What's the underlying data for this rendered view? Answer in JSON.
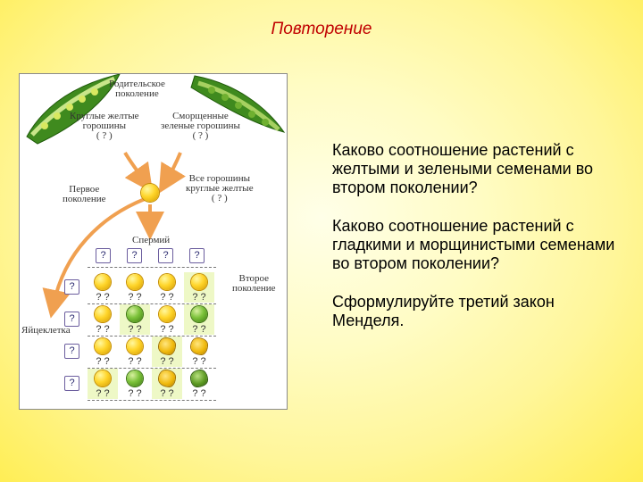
{
  "slide": {
    "title": "Повторение"
  },
  "figure": {
    "parent_generation_label": [
      "Родительское",
      "поколение"
    ],
    "parent_left_label": [
      "Круглые желтые",
      "горошины",
      "( ? )"
    ],
    "parent_right_label": [
      "Сморщенные",
      "зеленые горошины",
      "( ? )"
    ],
    "first_generation_label": [
      "Первое",
      "поколение"
    ],
    "first_generation_desc": [
      "Все горошины",
      "круглые желтые",
      "( ? )"
    ],
    "sperm_label": "Спермий",
    "second_generation_label": [
      "Второе",
      "поколение"
    ],
    "egg_label": "Яйцеклетка",
    "question_mark": "?",
    "cell_question": "? ?",
    "grid": [
      [
        "yellow-round",
        "yellow-round",
        "yellow-round",
        "yellow-round"
      ],
      [
        "yellow-round",
        "green-round",
        "yellow-round",
        "green-round"
      ],
      [
        "yellow-round",
        "yellow-round",
        "yellow-wrinkled",
        "yellow-wrinkled"
      ],
      [
        "yellow-round",
        "green-round",
        "yellow-wrinkled",
        "green-wrinkled"
      ]
    ],
    "highlighted_cells": [
      [
        0,
        3
      ],
      [
        1,
        1
      ],
      [
        1,
        3
      ],
      [
        2,
        2
      ],
      [
        3,
        0
      ],
      [
        3,
        2
      ]
    ]
  },
  "questions": [
    "Каково соотношение растений с желтыми и зелеными семенами во втором поколении?",
    "Каково соотношение растений с гладкими и морщинистыми семенами во втором поколении?",
    "Сформулируйте третий закон Менделя."
  ],
  "colors": {
    "title": "#c00000",
    "arrow": "#f0a050"
  }
}
